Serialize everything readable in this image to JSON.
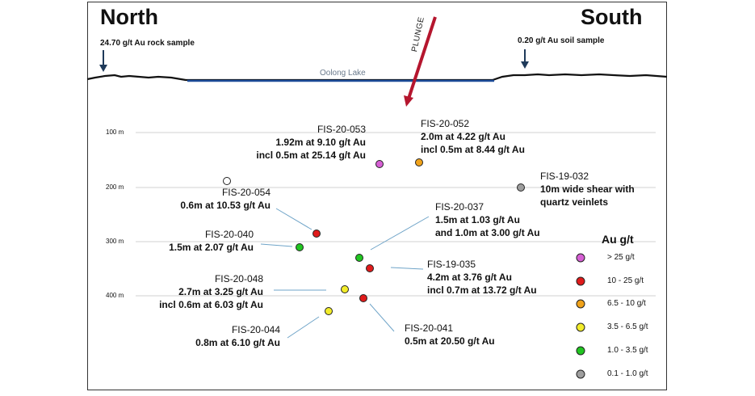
{
  "header": {
    "north": "North",
    "south": "South"
  },
  "samples": {
    "rock": "24.70 g/t Au rock sample",
    "soil": "0.20 g/t Au soil sample"
  },
  "lake_label": "Oolong Lake",
  "plunge_label": "PLUNGE",
  "depths": [
    "100 m",
    "200 m",
    "300 m",
    "400 m"
  ],
  "holes": [
    {
      "id": "FIS-20-053",
      "lines": [
        "1.92m at 9.10 g/t Au",
        "incl 0.5m at 25.14 g/t Au"
      ],
      "color": "#d65fd4"
    },
    {
      "id": "FIS-20-052",
      "lines": [
        "2.0m at 4.22 g/t Au",
        "incl 0.5m at 8.44 g/t Au"
      ],
      "color": "#f0a21a"
    },
    {
      "id": "FIS-19-032",
      "lines": [
        "10m wide shear with",
        "quartz veinlets"
      ],
      "color": "#9e9e9e"
    },
    {
      "id": "FIS-20-054",
      "lines": [
        "0.6m at 10.53 g/t Au"
      ],
      "color": "#e01b1b"
    },
    {
      "id": "FIS-20-037",
      "lines": [
        "1.5m at 1.03 g/t Au",
        "and 1.0m at 3.00 g/t Au"
      ],
      "color": "#21c521"
    },
    {
      "id": "FIS-20-040",
      "lines": [
        "1.5m at 2.07 g/t Au"
      ],
      "color": "#21c521"
    },
    {
      "id": "FIS-19-035",
      "lines": [
        "4.2m at 3.76 g/t Au",
        "incl 0.7m at 13.72 g/t Au"
      ],
      "color": "#e01b1b"
    },
    {
      "id": "FIS-20-048",
      "lines": [
        "2.7m at 3.25 g/t Au",
        "incl 0.6m at 6.03 g/t Au"
      ],
      "color": "#f2ec2a"
    },
    {
      "id": "FIS-20-041",
      "lines": [
        "0.5m at 20.50 g/t Au"
      ],
      "color": "#e01b1b"
    },
    {
      "id": "FIS-20-044",
      "lines": [
        "0.8m at 6.10 g/t Au"
      ],
      "color": "#f2ec2a"
    }
  ],
  "legend": {
    "title": "Au g/t",
    "items": [
      {
        "label": "> 25 g/t",
        "color": "#d65fd4"
      },
      {
        "label": "10 - 25 g/t",
        "color": "#e01b1b"
      },
      {
        "label": "6.5 - 10 g/t",
        "color": "#f0a21a"
      },
      {
        "label": "3.5 - 6.5 g/t",
        "color": "#f2ec2a"
      },
      {
        "label": "1.0 - 3.5 g/t",
        "color": "#21c521"
      },
      {
        "label": "0.1 - 1.0 g/t",
        "color": "#9e9e9e"
      }
    ]
  }
}
